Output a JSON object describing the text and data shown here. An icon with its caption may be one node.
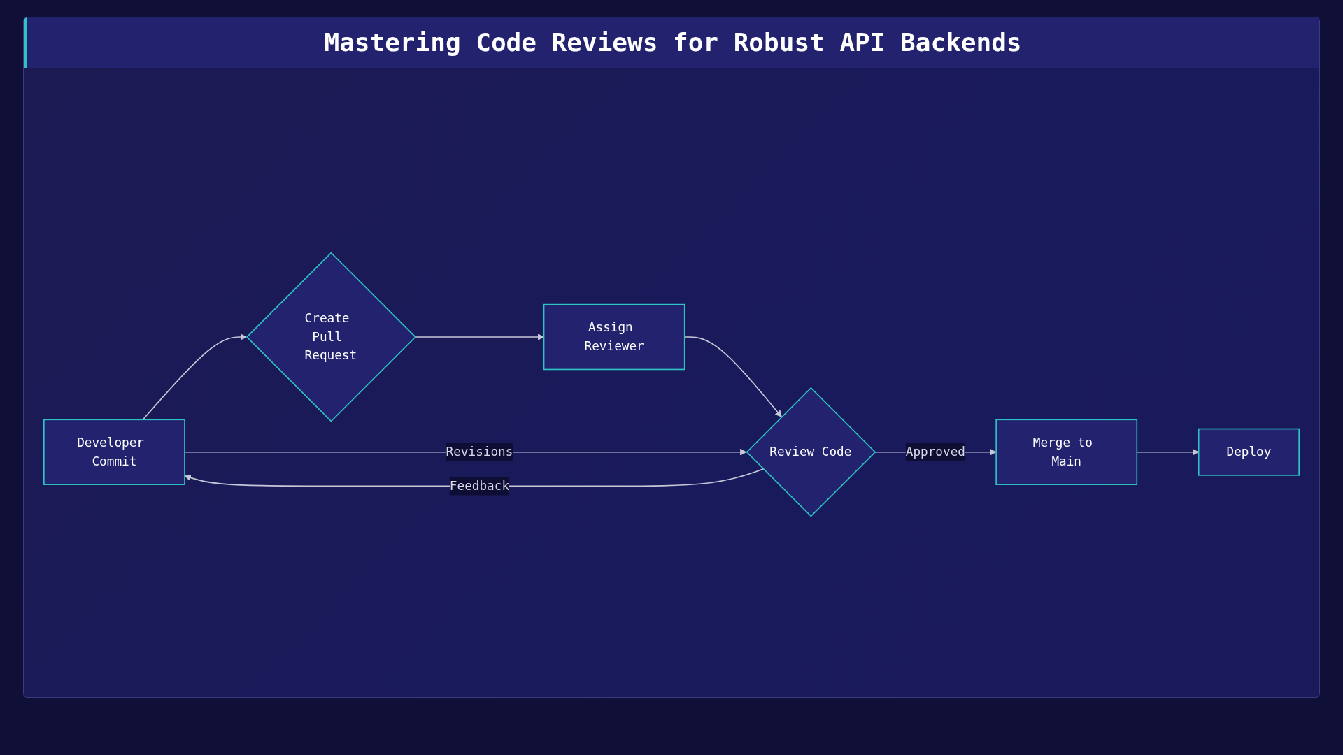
{
  "diagram": {
    "title": "Mastering Code Reviews for Robust API Backends",
    "nodes": [
      {
        "text": [
          "Developer Commit"
        ]
      },
      {
        "text": [
          "Create Pull Request"
        ]
      },
      {
        "text": [
          "Assign Reviewer"
        ]
      },
      {
        "text": [
          "Review Code"
        ]
      },
      {
        "text": [
          "Merge to Main"
        ]
      },
      {
        "text": [
          "Deploy"
        ]
      }
    ],
    "edges": [
      {
        "from": 0,
        "to": 1,
        "arrow": "to"
      },
      {
        "from": 1,
        "to": 2,
        "arrow": "to"
      },
      {
        "from": 2,
        "to": 3,
        "arrow": "to"
      },
      {
        "from": 0,
        "to": 3,
        "arrow": "to",
        "label": "Revisions"
      },
      {
        "from": 3,
        "to": 0,
        "arrow": "to",
        "label": "Feedback"
      },
      {
        "from": 3,
        "to": 4,
        "arrow": "to",
        "label": "Approved"
      },
      {
        "from": 4,
        "to": 5,
        "arrow": "to"
      }
    ]
  }
}
